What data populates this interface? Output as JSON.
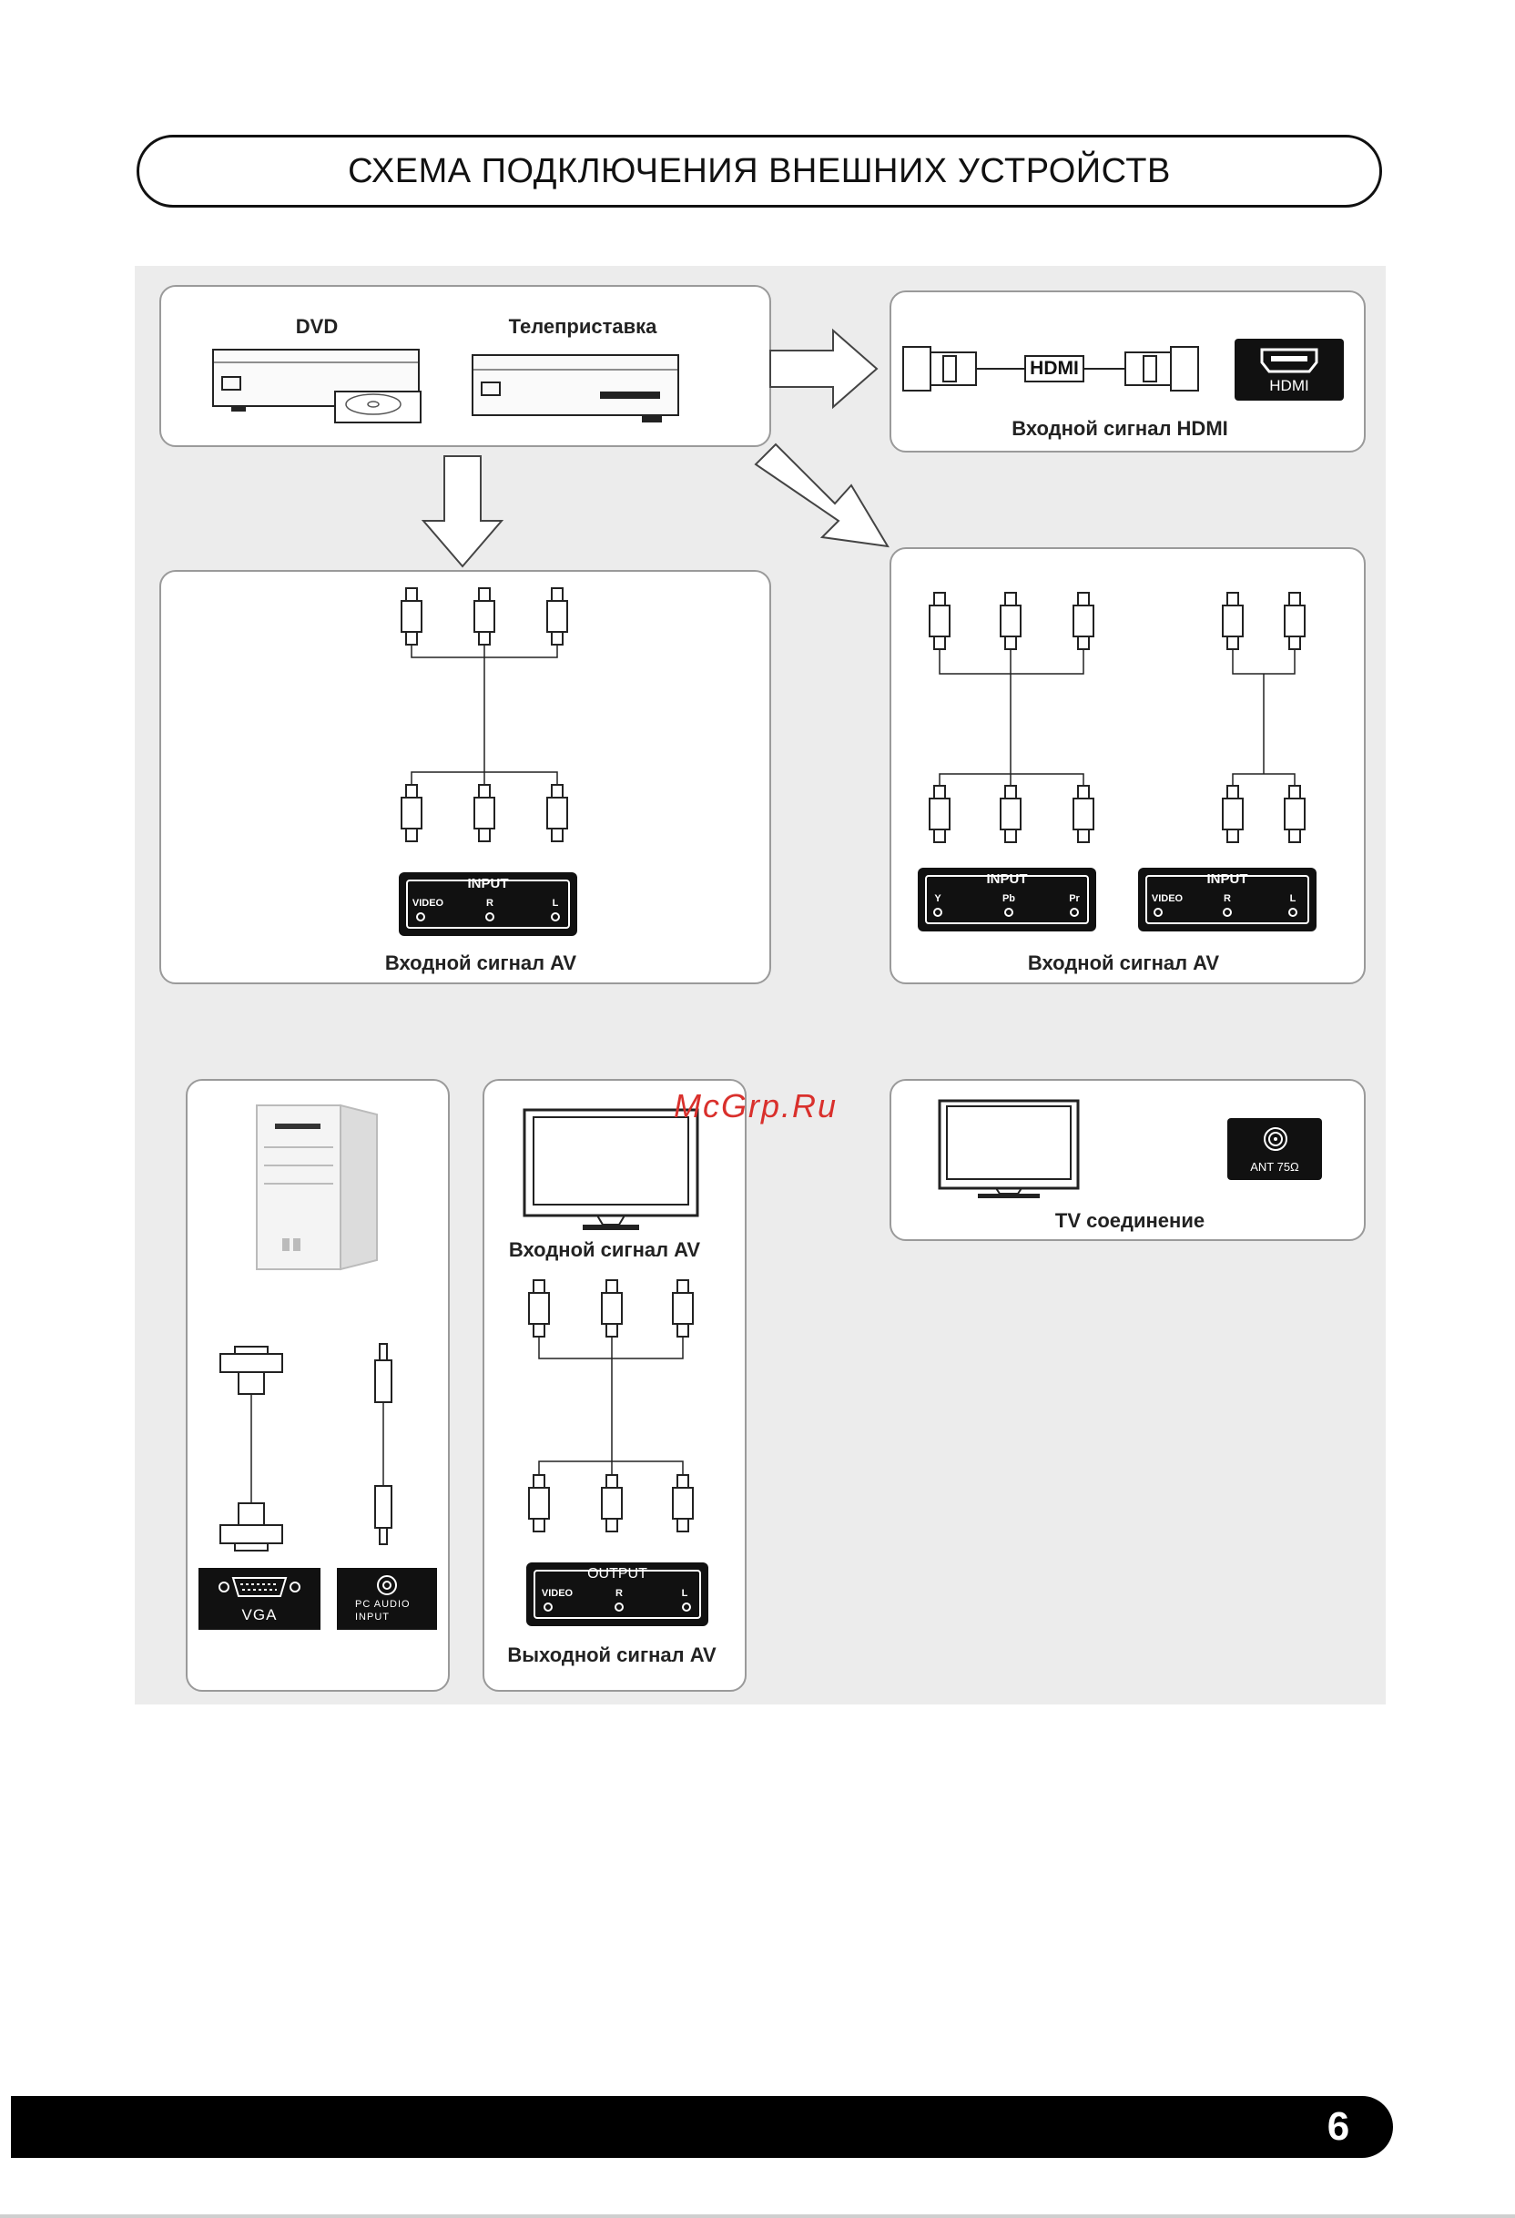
{
  "title": "СХЕМА ПОДКЛЮЧЕНИЯ ВНЕШНИХ УСТРОЙСТВ",
  "watermark": "McGrp.Ru",
  "page_number": "6",
  "sources": {
    "dvd_label": "DVD",
    "stb_label": "Телеприставка"
  },
  "hdmi": {
    "cable_label": "HDMI",
    "port_label": "HDMI",
    "caption": "Входной сигнал HDMI"
  },
  "av_left": {
    "panel_title": "INPUT",
    "jacks": [
      "VIDEO",
      "R",
      "L"
    ],
    "caption": "Входной сигнал AV"
  },
  "av_right": {
    "component_title": "INPUT",
    "component_jacks": [
      "Y",
      "Pb",
      "Pr"
    ],
    "composite_title": "INPUT",
    "composite_jacks": [
      "VIDEO",
      "R",
      "L"
    ],
    "caption": "Входной сигнал AV"
  },
  "pc": {
    "vga_label": "VGA",
    "audio_label_1": "PC AUDIO",
    "audio_label_2": "INPUT"
  },
  "av_out": {
    "tv_caption": "Входной сигнал AV",
    "panel_title": "OUTPUT",
    "jacks": [
      "VIDEO",
      "R",
      "L"
    ],
    "caption": "Выходной сигнал AV"
  },
  "tv": {
    "ant_label": "ANT 75Ω",
    "caption": "TV соединение"
  }
}
